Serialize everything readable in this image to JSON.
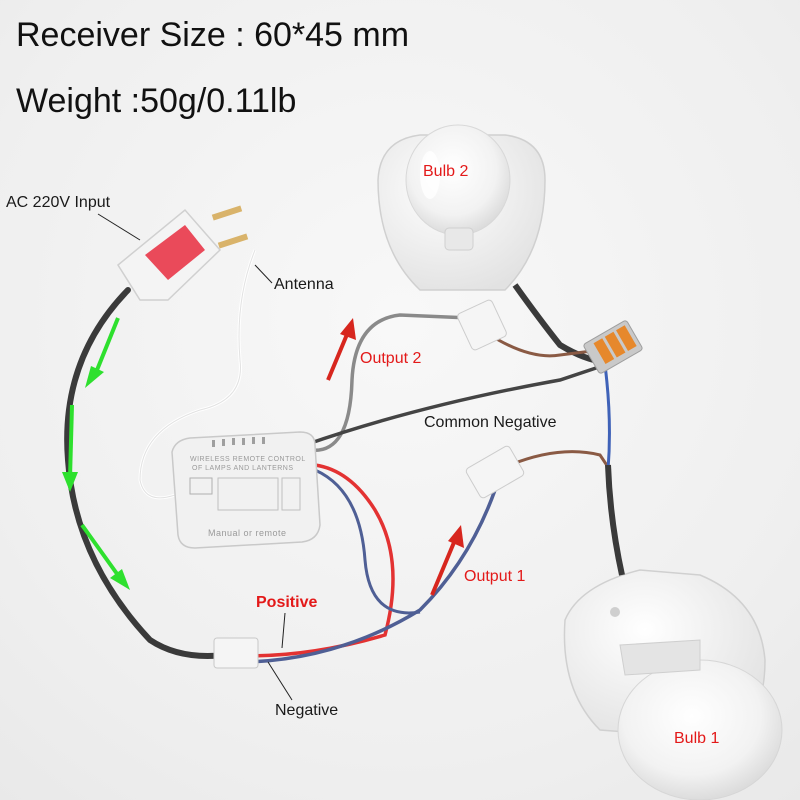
{
  "specs": {
    "receiver_size": "Receiver Size : 60*45 mm",
    "weight": "Weight :50g/0.11lb"
  },
  "labels": {
    "ac_input": "AC 220V Input",
    "antenna": "Antenna",
    "bulb2": "Bulb 2",
    "bulb1": "Bulb 1",
    "output2": "Output 2",
    "output1": "Output 1",
    "common_negative": "Common Negative",
    "positive": "Positive",
    "negative": "Negative"
  },
  "module": {
    "line1": "WIRELESS REMOTE CONTROL",
    "line2": "OF LAMPS AND LANTERNS",
    "line3": "Manual or remote"
  },
  "colors": {
    "label_red": "#e31919",
    "flow_arrow_green": "#2ee02e",
    "output_arrow_red": "#d7261e"
  }
}
